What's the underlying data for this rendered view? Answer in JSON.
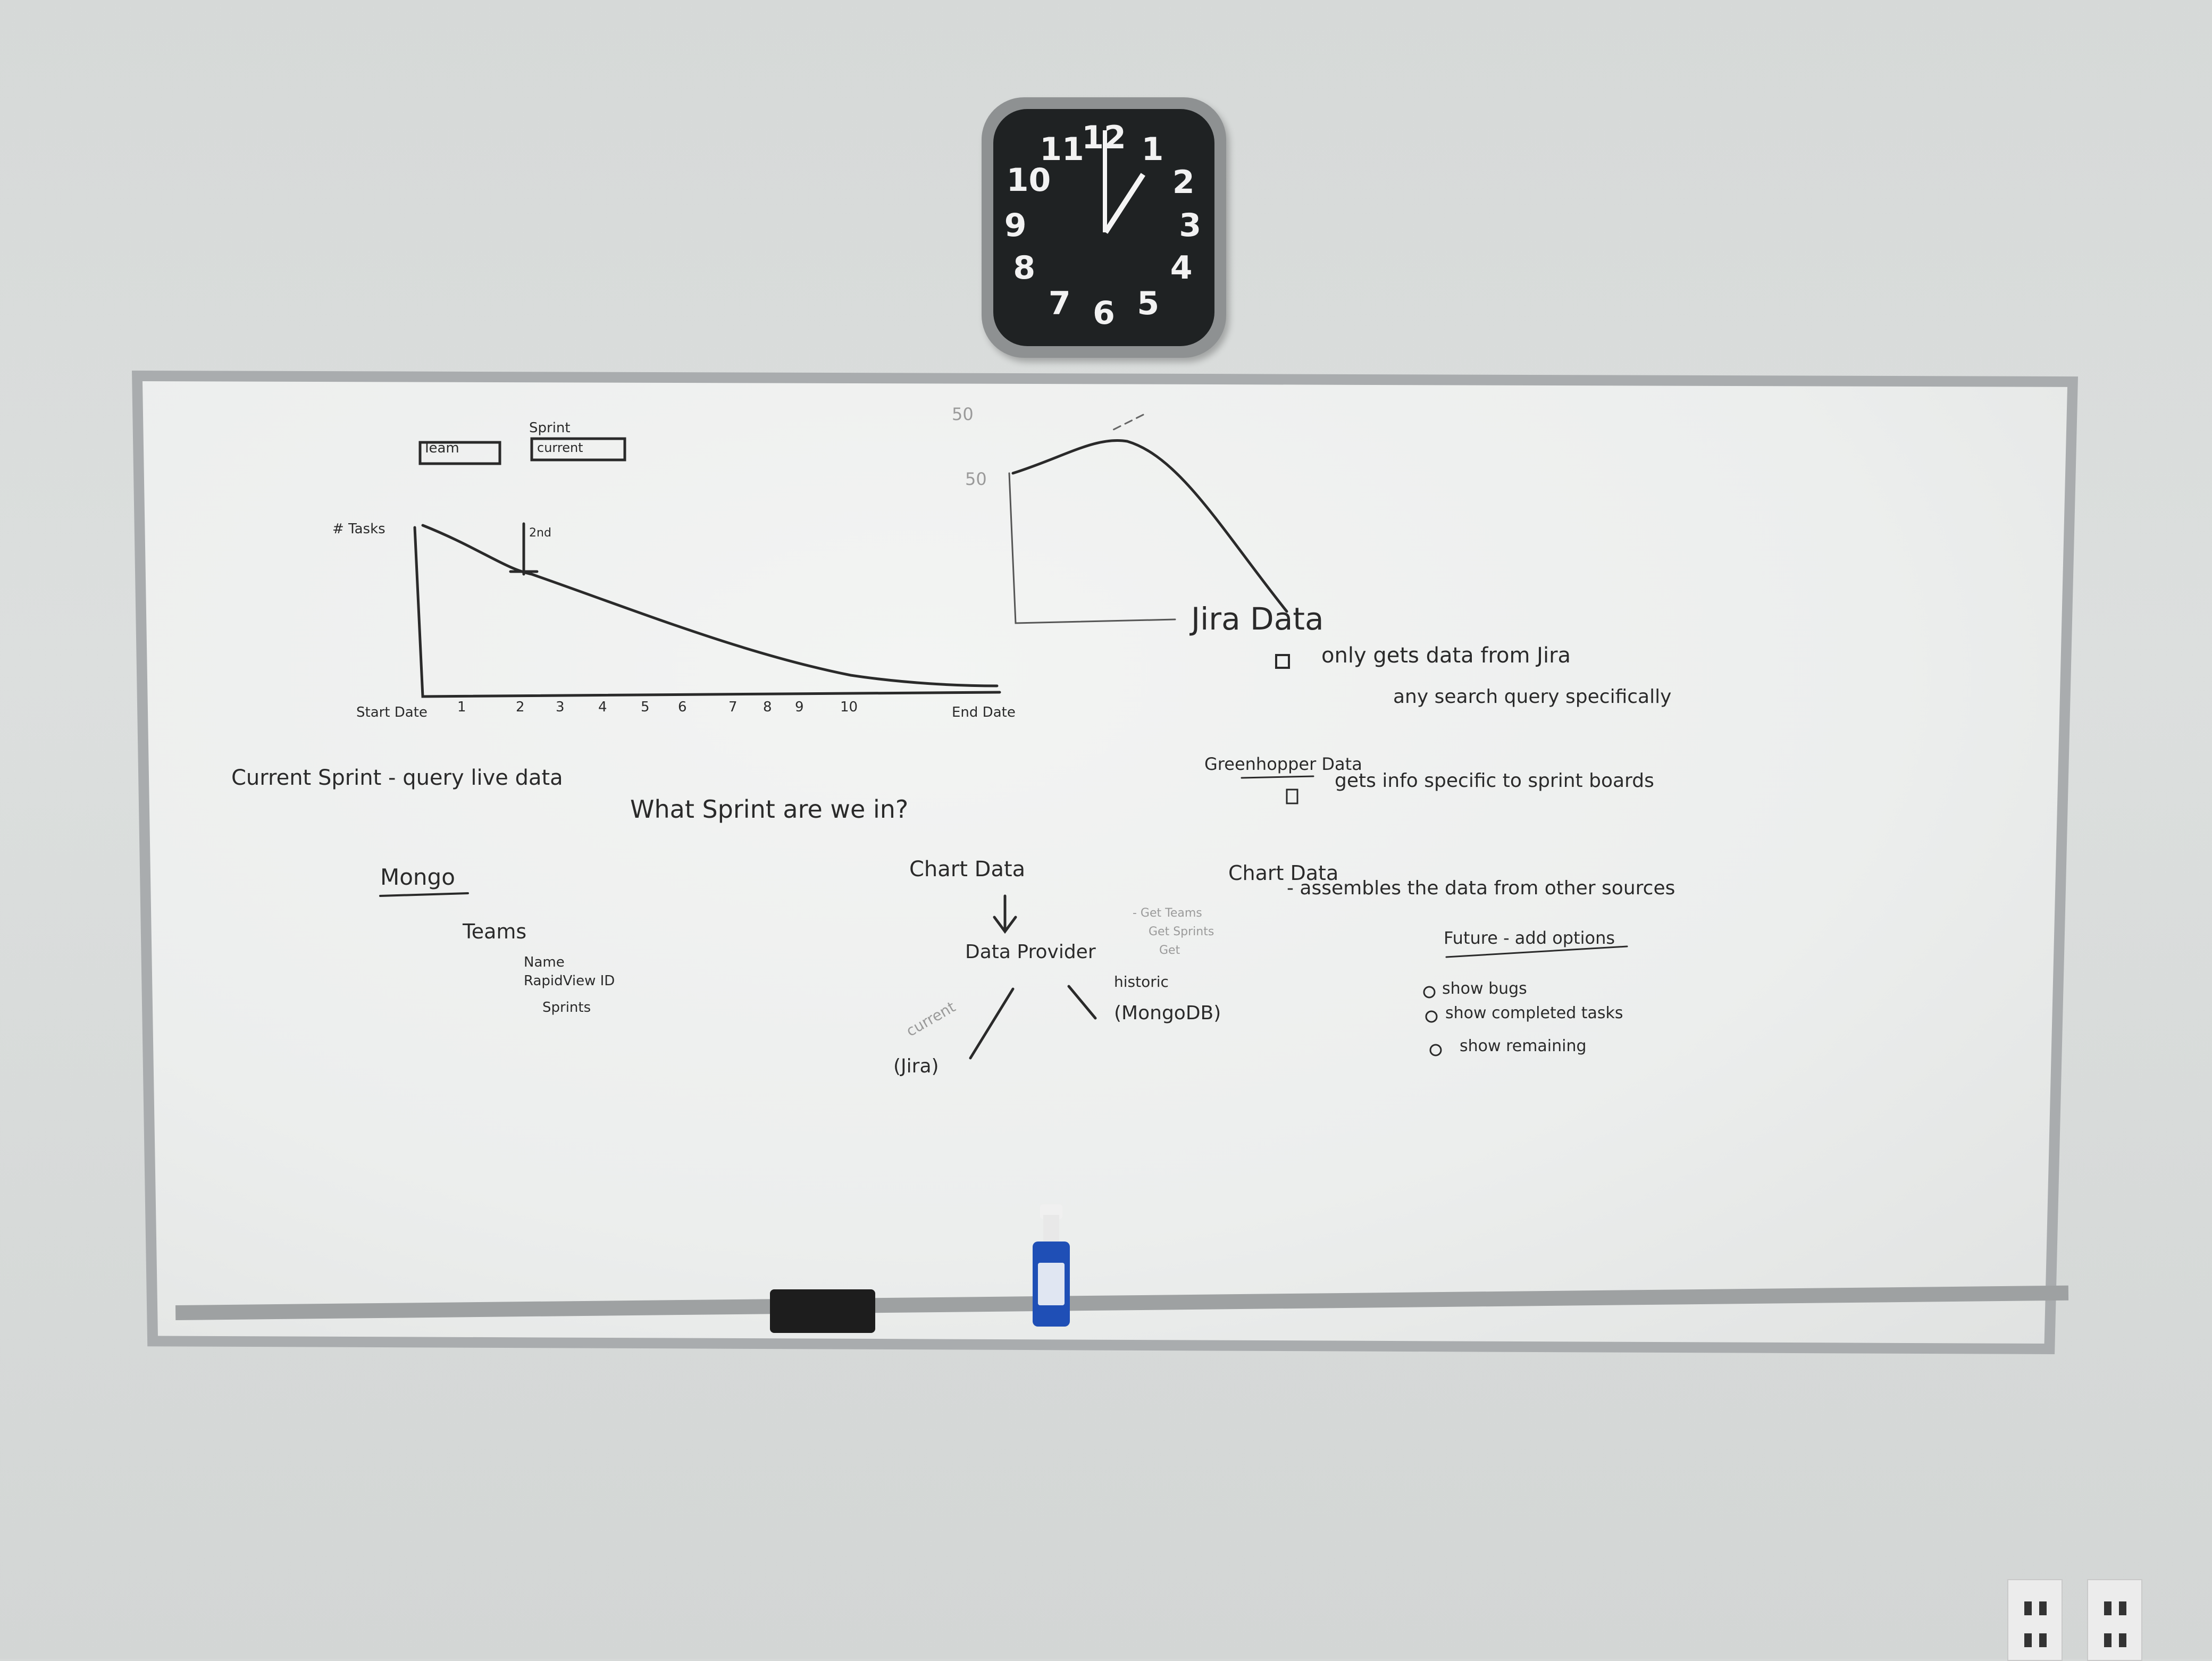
{
  "clock": {
    "numerals": [
      "12",
      "1",
      "2",
      "3",
      "4",
      "5",
      "6",
      "7",
      "8",
      "9",
      "10",
      "11"
    ]
  },
  "board": {
    "dropdowns": {
      "team": "Team",
      "sprint_label": "Sprint",
      "sprint_value": "current"
    },
    "burndown": {
      "y_label": "# Tasks",
      "marker_label": "2nd",
      "x_ticks": [
        "1",
        "2",
        "3",
        "4",
        "5",
        "6",
        "7",
        "8",
        "9",
        "10"
      ],
      "x_start": "Start Date",
      "x_end": "End Date"
    },
    "second_chart": {
      "y_top": "50",
      "y_tick": "50"
    },
    "current_sprint": "Current Sprint - query live data",
    "question": "What Sprint are we in?",
    "mongo": {
      "title": "Mongo",
      "teams": "Teams",
      "fields": [
        "Name",
        "RapidView ID",
        "Sprints"
      ]
    },
    "diagram": {
      "chart_data": "Chart Data",
      "data_provider": "Data Provider",
      "provider_notes": [
        "- Get Teams",
        "Get Sprints",
        "Get"
      ],
      "left_label": "current",
      "left_node": "(Jira)",
      "right_label": "historic",
      "right_node": "(MongoDB)"
    },
    "jira": {
      "title": "Jira Data",
      "line1": "only gets data from Jira",
      "line2": "any search query specifically"
    },
    "greenhopper": {
      "title": "Greenhopper Data",
      "line1": "gets info specific to sprint boards"
    },
    "chartdata_right": {
      "title": "Chart Data",
      "line1": "- assembles the data from other sources"
    },
    "future": {
      "title": "Future - add options",
      "options": [
        "show bugs",
        "show completed tasks",
        "show remaining"
      ]
    }
  },
  "colors": {
    "wall": "#d8dbda",
    "board": "#eeefee",
    "ink": "#2a2a2a",
    "bottle": "#1f4fb6"
  }
}
